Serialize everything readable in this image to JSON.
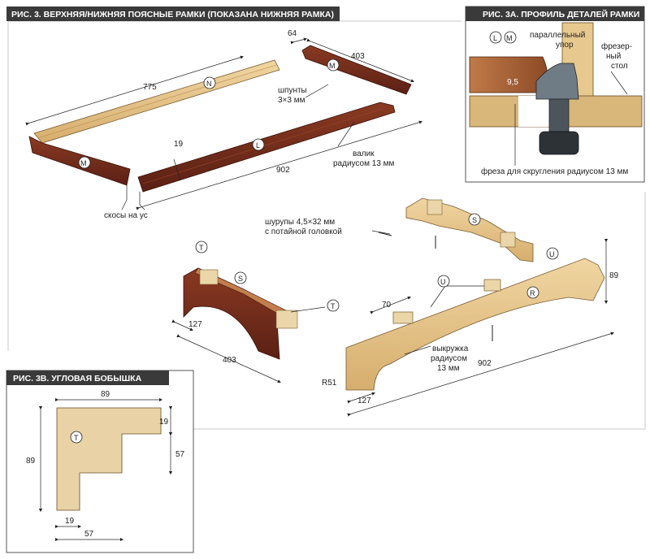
{
  "fig3": {
    "title": "РИС. 3. ВЕРХНЯЯ/НИЖНЯЯ ПОЯСНЫЕ РАМКИ (ПОКАЗАНА НИЖНЯЯ РАМКА)",
    "dims": {
      "n_len": "775",
      "m_top_w": "64",
      "m_top_len": "403",
      "l_width": "19",
      "l_len": "902"
    },
    "labels": {
      "grooves": [
        "шпунты",
        "3×3 мм"
      ],
      "bead": [
        "валик",
        "радиусом 13 мм"
      ],
      "miters": "скосы на ус"
    },
    "parts": {
      "n": "N",
      "m": "M",
      "l": "L"
    }
  },
  "fig3a": {
    "title": "РИС. 3А. ПРОФИЛЬ ДЕТАЛЕЙ РАМКИ",
    "fence": [
      "параллельный",
      "упор"
    ],
    "table": [
      "фрезер-",
      "ный",
      "стол"
    ],
    "height": "9,5",
    "bit": "фреза для скругления радиусом 13 мм",
    "parts": {
      "l": "L",
      "m": "M"
    }
  },
  "assembly": {
    "screws": [
      "шурупы 4,5×32 мм",
      "с потайной головкой"
    ],
    "cove": [
      "выкружка",
      "радиусом",
      "13 мм"
    ],
    "dims": {
      "s_h": "127",
      "s_len": "403",
      "block": "70",
      "r_h": "89",
      "r_len": "902",
      "r_radius": "R51",
      "r_foot": "127"
    },
    "parts": {
      "t": "T",
      "s": "S",
      "u": "U",
      "r": "R"
    }
  },
  "fig3b": {
    "title": "РИС. 3В. УГЛОВАЯ БОБЫШКА",
    "dims": {
      "top": "89",
      "left": "89",
      "arm_r": "19",
      "right": "57",
      "arm_b": "19",
      "bottom": "57"
    },
    "part": "T"
  },
  "colors": {
    "title_bg": "#3a3a3a",
    "light_wood": "#e3c38c",
    "dark_wood": "#6e2a1b",
    "mid_wood": "#a0522d",
    "block_wood": "#e9d3a6"
  }
}
